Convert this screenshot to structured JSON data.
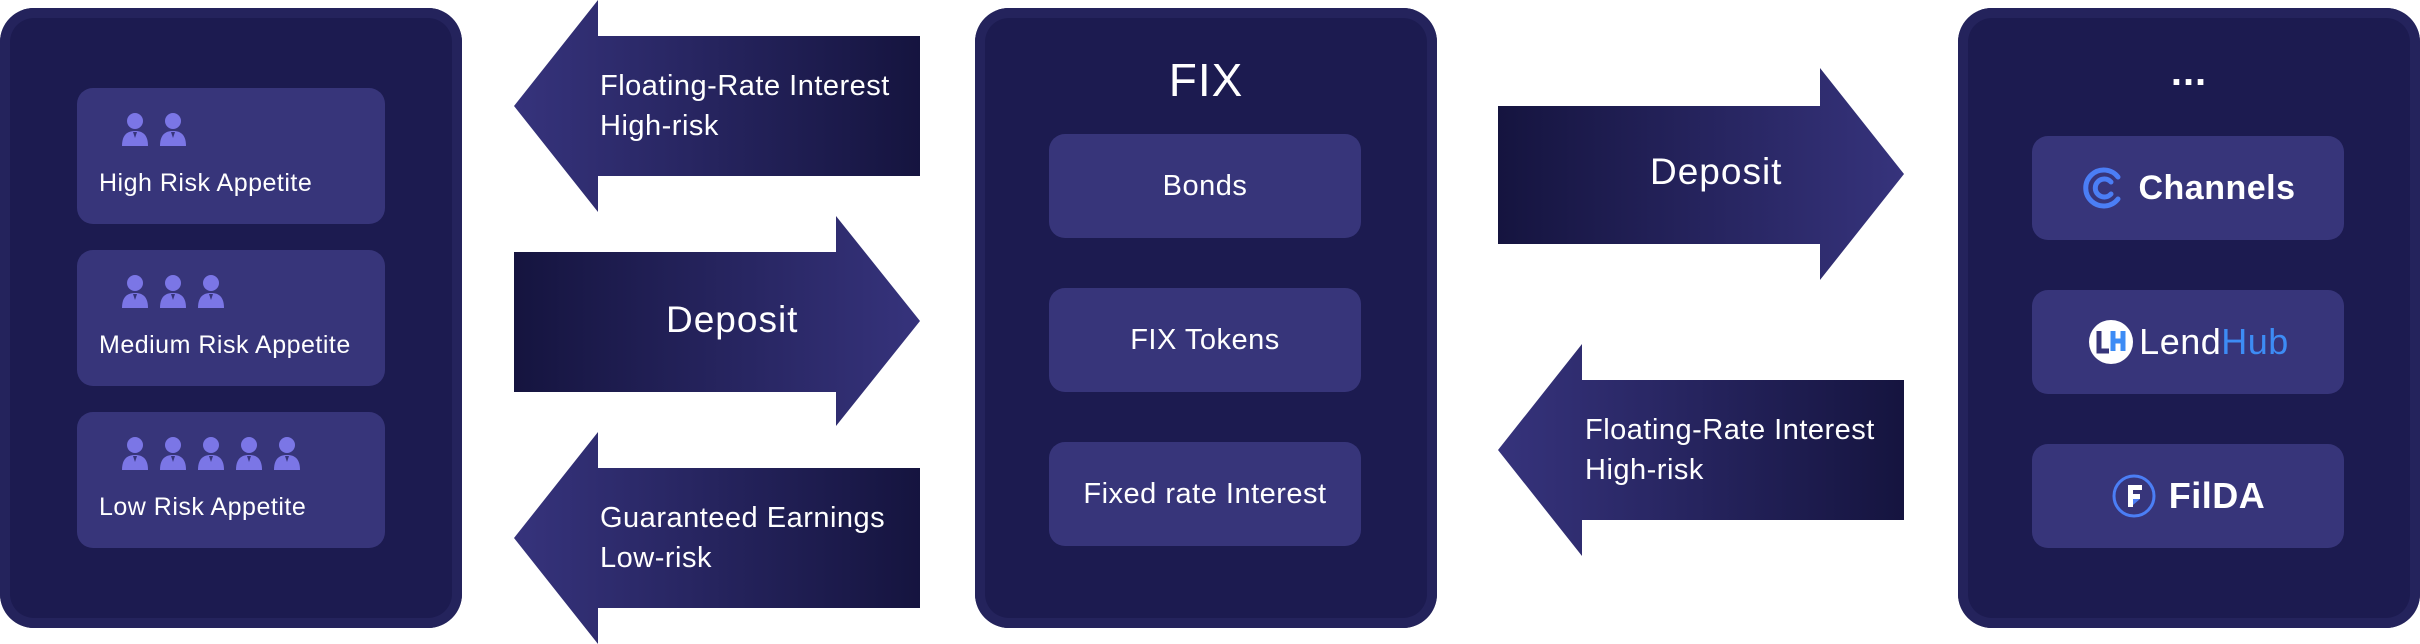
{
  "left_panel": {
    "cards": [
      {
        "label": "High Risk Appetite",
        "people": 2
      },
      {
        "label": "Medium Risk Appetite",
        "people": 3
      },
      {
        "label": "Low Risk Appetite",
        "people": 5
      }
    ]
  },
  "arrows_left": {
    "top": {
      "line1": "Floating-Rate Interest",
      "line2": "High-risk"
    },
    "middle": {
      "label": "Deposit"
    },
    "bottom": {
      "line1": "Guaranteed Earnings",
      "line2": "Low-risk"
    }
  },
  "center_panel": {
    "title": "FIX",
    "cards": [
      "Bonds",
      "FIX Tokens",
      "Fixed rate Interest"
    ]
  },
  "arrows_right": {
    "top": {
      "label": "Deposit"
    },
    "bottom": {
      "line1": "Floating-Rate Interest",
      "line2": "High-risk"
    }
  },
  "right_panel": {
    "title": "...",
    "logos": [
      {
        "name": "Channels",
        "icon": "channels-logo-icon"
      },
      {
        "name": "LendHub",
        "part1": "Lend",
        "part2": "Hub",
        "icon": "lendhub-logo-icon"
      },
      {
        "name": "FilDA",
        "icon": "filda-logo-icon"
      }
    ]
  },
  "colors": {
    "panel": "#1c1b50",
    "card": "#37357a",
    "people": "#7b76e6",
    "arrow_dark": "#15143f",
    "arrow_light": "#34327a",
    "lendhub_blue": "#3d8cf5",
    "channels_blue": "#4b7ef5"
  }
}
